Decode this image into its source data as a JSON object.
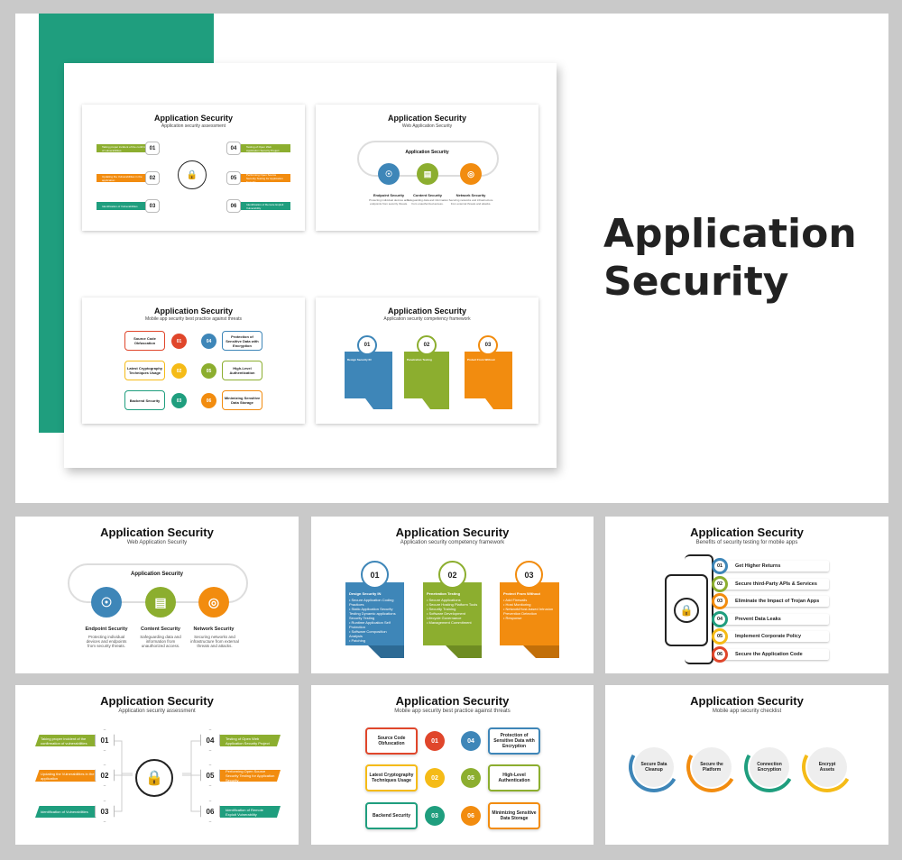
{
  "hero": {
    "title_line1": "Application",
    "title_line2": "Security"
  },
  "colors": {
    "teal": "#1f9e7e",
    "green": "#8cae2f",
    "orange": "#f28c0f",
    "blue": "#3e86b8",
    "red": "#e0462b",
    "yellow": "#f5bb17"
  },
  "common": {
    "title": "Application Security"
  },
  "assessment": {
    "subtitle": "Application security assessment",
    "left": [
      {
        "num": "01",
        "text": "Taking proper incident of the confirmation of vulnerabilities"
      },
      {
        "num": "02",
        "text": "Updating the Vulnerabilities in the application"
      },
      {
        "num": "03",
        "text": "Identification of Vulnerabilities"
      }
    ],
    "right": [
      {
        "num": "04",
        "text": "Testing of Open Web Application Security Project"
      },
      {
        "num": "05",
        "text": "Performing Open Source Security Testing for Application Security"
      },
      {
        "num": "06",
        "text": "Identification of Remote Exploit Vulnerability"
      }
    ],
    "center_icon": "shield-lock-icon"
  },
  "web": {
    "subtitle": "Web Application Security",
    "pill_label": "Application Security",
    "items": [
      {
        "name": "Endpoint Security",
        "desc": "Protecting individual devices and endpoints from security threats.",
        "icon": "shield-icon",
        "color": "#3e86b8"
      },
      {
        "name": "Content Security",
        "desc": "Safeguarding data and information from unauthorized access.",
        "icon": "document-icon",
        "color": "#8cae2f"
      },
      {
        "name": "Network Security",
        "desc": "Securing networks and infrastructure from external threats and attacks.",
        "icon": "globe-icon",
        "color": "#f28c0f"
      }
    ]
  },
  "mobile_practice": {
    "subtitle": "Mobile app security best practice against threats",
    "left": [
      {
        "num": "01",
        "text": "Source Code Obfuscation",
        "color": "#e0462b"
      },
      {
        "num": "02",
        "text": "Latest Cryptography Techniques Usage",
        "color": "#f5bb17"
      },
      {
        "num": "03",
        "text": "Backend Security",
        "color": "#1f9e7e"
      }
    ],
    "right": [
      {
        "num": "04",
        "text": "Protection of Sensitive Data with Encryption",
        "color": "#3e86b8"
      },
      {
        "num": "05",
        "text": "High-Level Authentication",
        "color": "#8cae2f"
      },
      {
        "num": "06",
        "text": "Minimizing Sensitive Data Storage",
        "color": "#f28c0f"
      }
    ]
  },
  "framework": {
    "subtitle": "Application security  competency framework",
    "cards": [
      {
        "num": "01",
        "title": "Design Security IN",
        "color": "#3e86b8",
        "items": [
          "Secure Application Coding Practices",
          "Static Application Security Testing Dynamic applications Security Testing",
          "Runtime Application Self Protection",
          "Software Composition Analysis",
          "Patching"
        ]
      },
      {
        "num": "02",
        "title": "Penetration Testing",
        "color": "#8cae2f",
        "items": [
          "Secure Applications",
          "Secure Hosting Platform Tools",
          "Security Training",
          "Software Development Lifecycle Governance",
          "Management Commitment"
        ]
      },
      {
        "num": "03",
        "title": "Protect From Without",
        "color": "#f28c0f",
        "items": [
          "Add Firewalls",
          "Host Monitoring",
          "Network/Host-based Intrusion Prevention Detection",
          "Response"
        ]
      }
    ]
  },
  "benefits": {
    "subtitle": "Benefits of security testing for mobile apps",
    "items": [
      {
        "num": "01",
        "text": "Get Higher Returns",
        "color": "#3e86b8"
      },
      {
        "num": "02",
        "text": "Secure third-Party  APIs & Services",
        "color": "#8cae2f"
      },
      {
        "num": "03",
        "text": "Eliminate the Impact of Trojan Apps",
        "color": "#f28c0f"
      },
      {
        "num": "04",
        "text": "Prevent Data Leaks",
        "color": "#1f9e7e"
      },
      {
        "num": "05",
        "text": "Implement Corporate Policy",
        "color": "#f5bb17"
      },
      {
        "num": "06",
        "text": "Secure the Application Code",
        "color": "#e0462b"
      }
    ]
  },
  "checklist": {
    "subtitle": "Mobile app security checklist",
    "items": [
      {
        "text": "Secure Data Cleanup",
        "color": "#3e86b8"
      },
      {
        "text": "Secure the Platform",
        "color": "#f28c0f"
      },
      {
        "text": "Connection Encryption",
        "color": "#1f9e7e"
      },
      {
        "text": "Encrypt Assets",
        "color": "#f5bb17"
      }
    ]
  }
}
